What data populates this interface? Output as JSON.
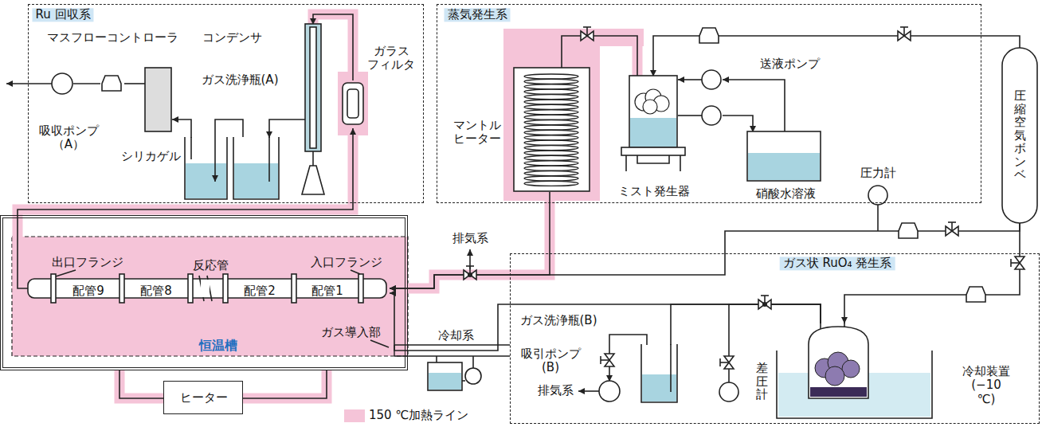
{
  "diagram": {
    "nodes": [
      {
        "text": [
          "Ru 回収系"
        ]
      },
      {
        "text": [
          "吸収ポンプ （A）"
        ],
        "in": 0
      },
      {
        "text": [
          "マスフローコントローラ"
        ],
        "in": 0
      },
      {
        "text": [
          "シリカゲル"
        ],
        "in": 0
      },
      {
        "text": [
          "ガス洗浄瓶(A)"
        ],
        "in": 0
      },
      {
        "text": [
          "コンデンサ"
        ],
        "in": 0
      },
      {
        "text": [
          "ガラス フィルタ"
        ],
        "in": 0
      },
      {
        "text": [
          "蒸気発生系"
        ]
      },
      {
        "text": [
          "マントル ヒーター"
        ],
        "in": 7
      },
      {
        "text": [
          "ミスト発生器"
        ],
        "in": 7
      },
      {
        "text": [
          "送液ポンプ"
        ],
        "in": 7
      },
      {
        "text": [
          "硝酸水溶液"
        ],
        "in": 7
      },
      {
        "text": [
          "圧縮空気ボンベ"
        ]
      },
      {
        "text": [
          "圧力計"
        ]
      },
      {
        "text": [
          "恒温槽"
        ]
      },
      {
        "text": [
          "反応管"
        ],
        "in": 14
      },
      {
        "text": [
          "配管9"
        ],
        "in": 15
      },
      {
        "text": [
          "配管8"
        ],
        "in": 15
      },
      {
        "text": [
          "配管2"
        ],
        "in": 15
      },
      {
        "text": [
          "配管1"
        ],
        "in": 15
      },
      {
        "text": [
          "ヒーター"
        ]
      },
      {
        "text": [
          "冷却系"
        ]
      },
      {
        "text": [
          "ガス状 RuO₄ 発生系"
        ]
      },
      {
        "text": [
          "ガス洗浄瓶(B)"
        ],
        "in": 22
      },
      {
        "text": [
          "吸引ポンプ (B)"
        ],
        "in": 22
      },
      {
        "text": [
          "差圧計"
        ],
        "in": 22
      },
      {
        "text": [
          "冷却装置 (−10 ℃)"
        ],
        "in": 22
      }
    ],
    "edges": [
      {
        "from": 15,
        "to": 6,
        "arrow": "to"
      },
      {
        "from": 6,
        "to": 5,
        "arrow": "to"
      },
      {
        "from": 5,
        "to": 4,
        "arrow": "to"
      },
      {
        "from": 4,
        "to": 3,
        "arrow": "to"
      },
      {
        "from": 3,
        "to": 2,
        "arrow": "none"
      },
      {
        "from": 2,
        "to": 1,
        "arrow": "none"
      },
      {
        "from": 12,
        "to": 9,
        "arrow": "to"
      },
      {
        "from": 9,
        "to": 8,
        "arrow": "none"
      },
      {
        "from": 10,
        "to": 9,
        "arrow": "to"
      },
      {
        "from": 11,
        "to": 10,
        "arrow": "to"
      },
      {
        "from": 9,
        "to": 10,
        "arrow": "none"
      },
      {
        "from": 10,
        "to": 11,
        "arrow": "to"
      },
      {
        "from": 8,
        "to": 15,
        "arrow": "to"
      },
      {
        "from": 12,
        "to": 15,
        "arrow": "to"
      },
      {
        "from": 12,
        "to": 26,
        "arrow": "to"
      },
      {
        "from": 26,
        "to": 15,
        "arrow": "to"
      },
      {
        "from": 26,
        "to": 23,
        "arrow": "none"
      },
      {
        "from": 23,
        "to": 24,
        "arrow": "to"
      },
      {
        "from": 26,
        "to": 25,
        "arrow": "none"
      },
      {
        "from": 20,
        "to": 14,
        "arrow": "none"
      },
      {
        "from": 20,
        "to": 14,
        "arrow": "none"
      }
    ],
    "labels": [
      "出口フランジ",
      "入口フランジ",
      "ガス導入部",
      "排気系",
      "排気系"
    ],
    "legend": [
      {
        "text": "150 ℃加熱ライン",
        "color": "#f5c4d8"
      }
    ]
  }
}
